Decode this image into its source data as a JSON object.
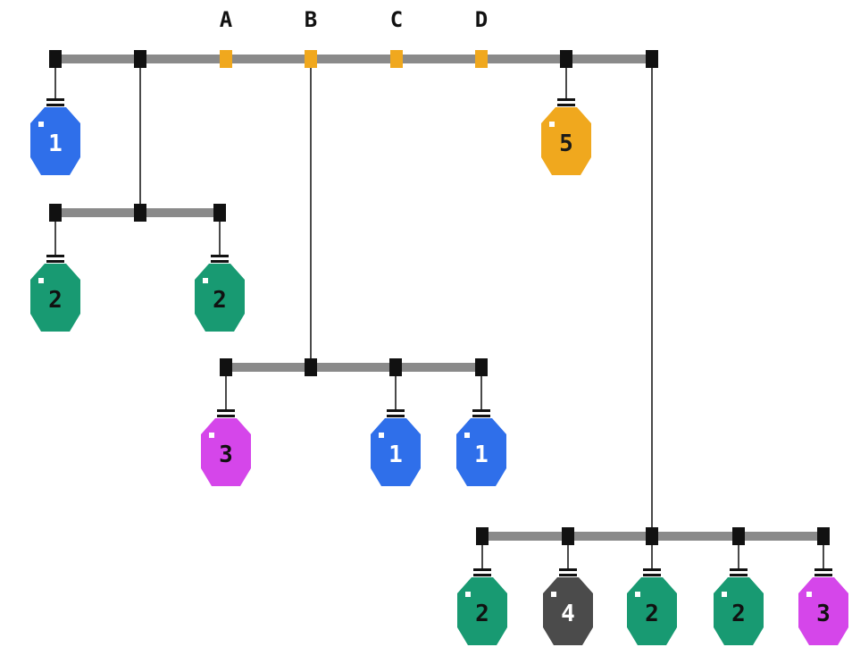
{
  "column_labels": [
    "A",
    "B",
    "C",
    "D"
  ],
  "colors": {
    "bar": "#8a8a8a",
    "wire": "#4a4a4a",
    "node": "#111111",
    "slot": "#f0a81e",
    "blue": "#2f6fea",
    "green": "#189a72",
    "magenta": "#d546ea",
    "orange": "#f0a81e",
    "gray": "#4b4b4b"
  },
  "bottles": {
    "top_left": {
      "value": "1",
      "color": "blue"
    },
    "top_right": {
      "value": "5",
      "color": "orange"
    },
    "row2_left": {
      "value": "2",
      "color": "green"
    },
    "row2_right": {
      "value": "2",
      "color": "green"
    },
    "row3_left": {
      "value": "3",
      "color": "magenta"
    },
    "row3_mid": {
      "value": "1",
      "color": "blue"
    },
    "row3_right": {
      "value": "1",
      "color": "blue"
    },
    "bottom_1": {
      "value": "2",
      "color": "green"
    },
    "bottom_2": {
      "value": "4",
      "color": "gray"
    },
    "bottom_3": {
      "value": "2",
      "color": "green"
    },
    "bottom_4": {
      "value": "2",
      "color": "green"
    },
    "bottom_5": {
      "value": "3",
      "color": "magenta"
    }
  }
}
